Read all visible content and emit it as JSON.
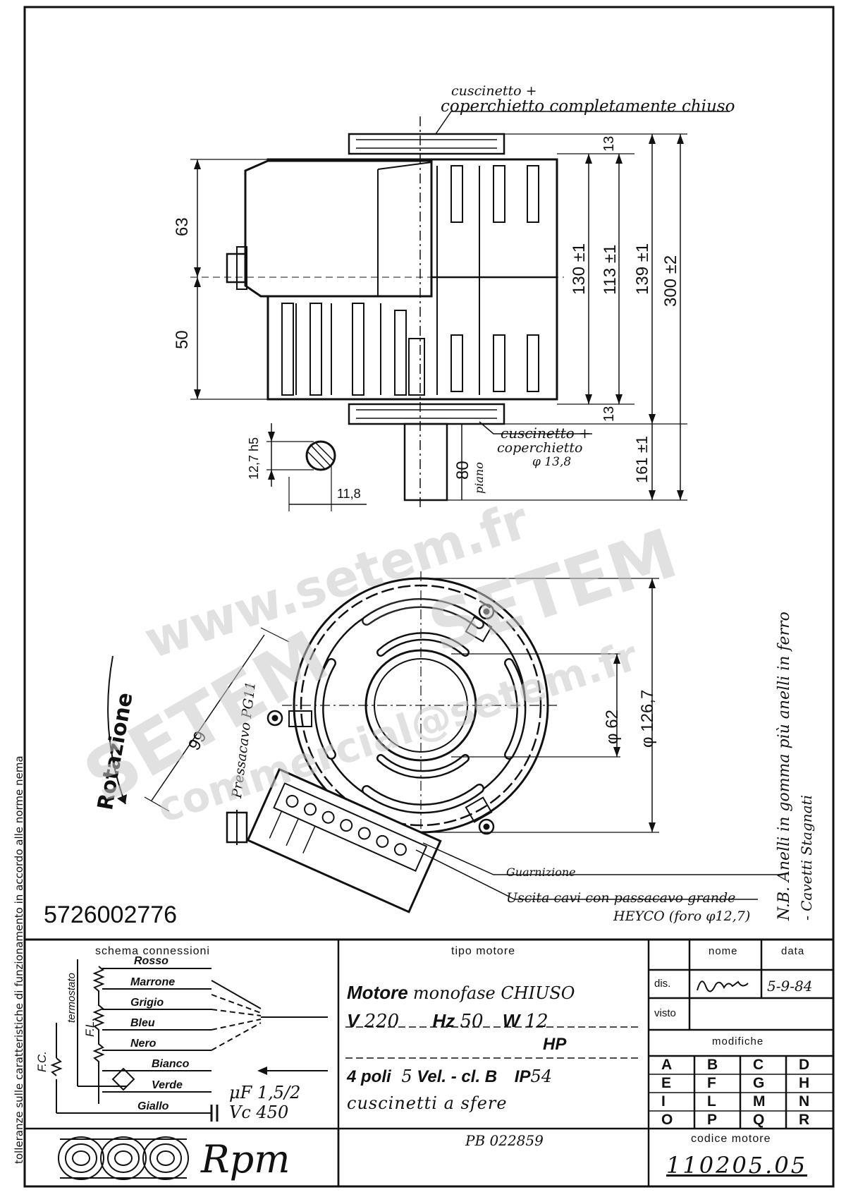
{
  "side_note": "tolleranze sulle caratteristiche di funzionamento in accordo alle norme nema",
  "part_number": "5726002776",
  "annotations": {
    "bearing_top_line1": "cuscinetto +",
    "bearing_top_line2": "coperchietto completamente chiuso",
    "bearing_bottom_line1": "cuscinetto +",
    "bearing_bottom_line2": "coperchietto",
    "bearing_bottom_dia": "φ 13,8",
    "piano": "piano",
    "rotation": "Rotazione",
    "cable_gland": "Pressacavo PG11",
    "gasket": "Guarnizione",
    "cable_exit_line1": "Uscita cavi con passacavo grande",
    "cable_exit_line2": "HEYCO (foro φ12,7)",
    "note_line1": "N.B. Anelli in gomma più anelli in ferro",
    "note_line2": "- Cavetti Stagnati"
  },
  "dimensions": {
    "d63": "63",
    "d50": "50",
    "d130": "130 ±1",
    "d113": "113 ±1",
    "d139": "139 ±1",
    "d300": "300 ±2",
    "d161": "161 ±1",
    "d13_top": "13",
    "d13_bot": "13",
    "d80": "80",
    "d12_7": "12,7 h5",
    "d11_8": "11,8",
    "d99": "99",
    "d62": "φ 62",
    "d126_7": "φ 126,7"
  },
  "watermark": {
    "line1": "www.setem.fr",
    "line2": "SETEM",
    "line3": "SETEM",
    "line4": "commercial@setem.fr"
  },
  "schema": {
    "title": "schema connessioni",
    "wires": [
      "Rosso",
      "Marrone",
      "Grigio",
      "Bleu",
      "Nero",
      "Bianco",
      "Verde",
      "Giallo"
    ],
    "termostato": "termostato",
    "fl": "F.L.",
    "fc": "F.C.",
    "capacitor_line1": "μF 1,5/2",
    "capacitor_line2": "Vc 450"
  },
  "motor": {
    "header": "tipo motore",
    "line1_bold": "Motore",
    "line1_rest": "monofase CHIUSO",
    "v_label": "V",
    "v_value": "220",
    "hz_label": "Hz",
    "hz_value": "50",
    "w_label": "W",
    "w_value": "12",
    "hp_label": "HP",
    "poles": "4 poli",
    "speeds_value": "5",
    "speeds_label": "Vel. - cl. B",
    "ip_label": "IP",
    "ip_value": "54",
    "bearings": "cuscinetti a sfere",
    "pb_code": "PB 022859"
  },
  "approval": {
    "nome_header": "nome",
    "data_header": "data",
    "dis_label": "dis.",
    "dis_date": "5-9-84",
    "visto_label": "visto",
    "modifiche": "modifiche",
    "letters": [
      [
        "A",
        "B",
        "C",
        "D"
      ],
      [
        "E",
        "F",
        "G",
        "H"
      ],
      [
        "I",
        "L",
        "M",
        "N"
      ],
      [
        "O",
        "P",
        "Q",
        "R"
      ]
    ]
  },
  "code": {
    "header": "codice motore",
    "value": "110205.05"
  },
  "brand": "Rpm"
}
